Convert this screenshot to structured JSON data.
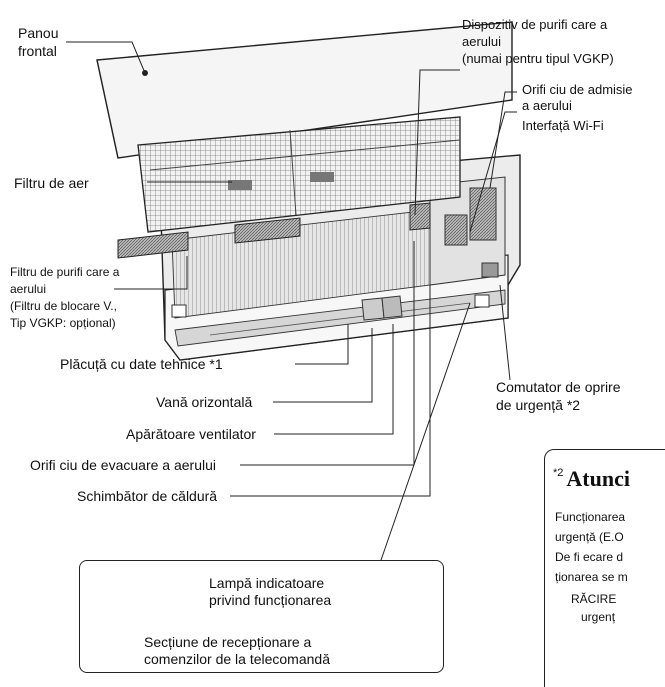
{
  "labels": {
    "front_panel": [
      "Panou",
      "frontal"
    ],
    "air_purifier_device": [
      "Dispozitiv de purifi care a",
      "aerului",
      "(numai pentru tipul VGKP)"
    ],
    "air_intake": [
      "Orifi ciu de admisie",
      "a aerului"
    ],
    "wifi_interface": "Interfață Wi-Fi",
    "air_filter": "Filtru de aer",
    "purifying_filter": [
      "Filtru de purifi care a",
      "aerului",
      "(Filtru de blocare V.,",
      "Tip VGKP: opțional)"
    ],
    "rating_plate": "Plăcuță cu date tehnice *1",
    "horizontal_louver": "Vană orizontală",
    "fan_guard": "Apărătoare ventilator",
    "air_outlet": "Orifi ciu de evacuare a aerului",
    "heat_exchanger": "Schimbător de căldură",
    "emergency_switch": [
      "Comutator de oprire",
      "de urgență *2"
    ],
    "operation_lamp": [
      "Lampă indicatoare",
      "privind funcționarea"
    ],
    "remote_receiver": [
      "Secțiune de recepționare a",
      "comenzilor de la telecomandă"
    ]
  },
  "callout": {
    "marker": "*2",
    "title": "Atunci",
    "lines": [
      "Funcționarea",
      "urgență (E.O",
      "De fi ecare d",
      "ționarea se m"
    ],
    "mode_lines": [
      "RĂCIRE",
      "urgenț"
    ]
  },
  "colors": {
    "line": "#222222",
    "fill_light": "#f4f4f4",
    "fill_mid": "#dcdcdc",
    "fill_dark": "#9a9a9a"
  }
}
